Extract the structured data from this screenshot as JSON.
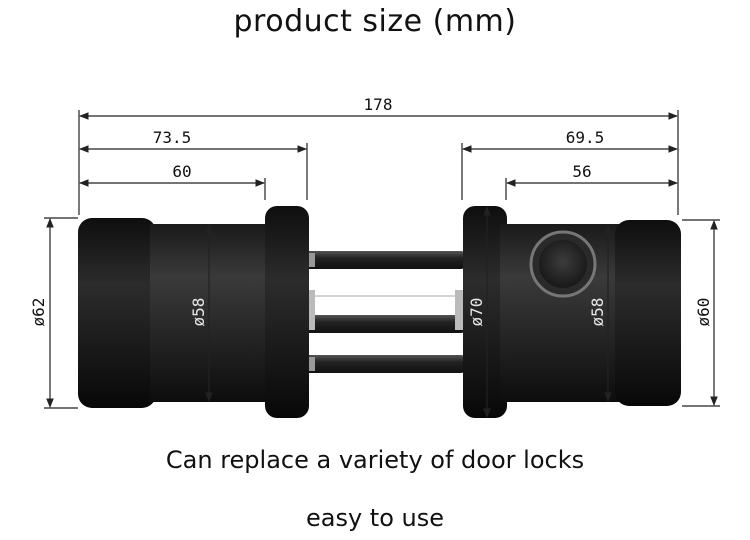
{
  "title": "product size (mm)",
  "captions": [
    "Can replace a variety of door locks",
    "easy to use"
  ],
  "dimensions": {
    "overall_length": "178",
    "left_span": "73.5",
    "left_body": "60",
    "right_span": "69.5",
    "right_body": "56",
    "left_cap_diameter": "ø62",
    "left_body_diameter": "ø58",
    "flange_diameter": "ø70",
    "right_body_diameter": "ø58",
    "right_cap_diameter": "ø60"
  }
}
